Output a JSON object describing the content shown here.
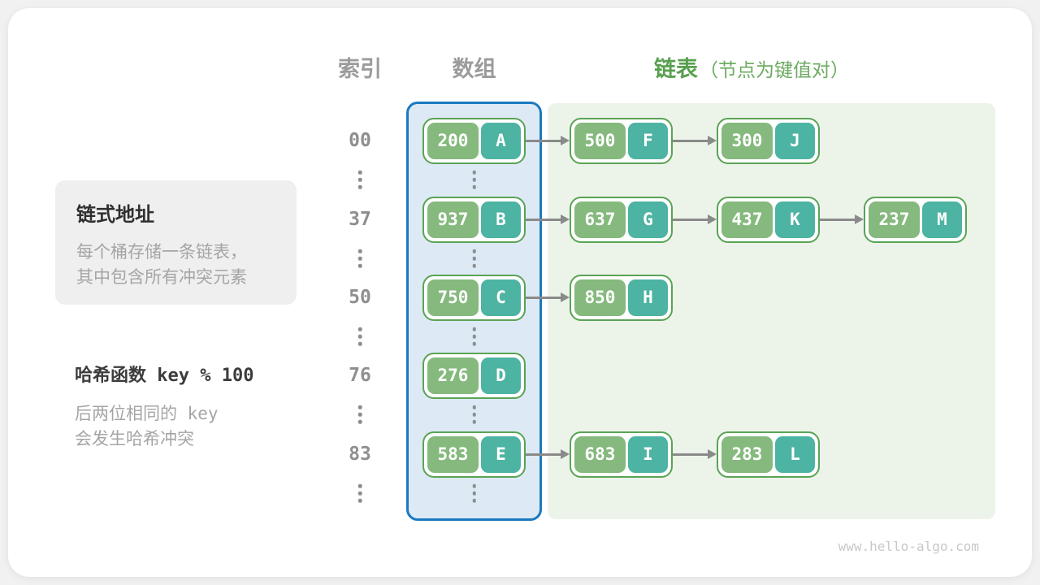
{
  "header": {
    "col_index": "索引",
    "col_array": "数组",
    "col_list": "链表",
    "col_list_note": "（节点为键值对）"
  },
  "info_box": {
    "title": "链式地址",
    "line1": "每个桶存储一条链表，",
    "line2": "其中包含所有冲突元素"
  },
  "hash_note": {
    "title": "哈希函数 key % 100",
    "line1": "后两位相同的 key",
    "line2": "会发生哈希冲突"
  },
  "rows": [
    {
      "index": "00",
      "nodes": [
        {
          "key": "200",
          "value": "A"
        },
        {
          "key": "500",
          "value": "F"
        },
        {
          "key": "300",
          "value": "J"
        }
      ]
    },
    {
      "index": "37",
      "nodes": [
        {
          "key": "937",
          "value": "B"
        },
        {
          "key": "637",
          "value": "G"
        },
        {
          "key": "437",
          "value": "K"
        },
        {
          "key": "237",
          "value": "M"
        }
      ]
    },
    {
      "index": "50",
      "nodes": [
        {
          "key": "750",
          "value": "C"
        },
        {
          "key": "850",
          "value": "H"
        }
      ]
    },
    {
      "index": "76",
      "nodes": [
        {
          "key": "276",
          "value": "D"
        }
      ]
    },
    {
      "index": "83",
      "nodes": [
        {
          "key": "583",
          "value": "E"
        },
        {
          "key": "683",
          "value": "I"
        },
        {
          "key": "283",
          "value": "L"
        }
      ]
    }
  ],
  "watermark": "www.hello-algo.com",
  "colors": {
    "node_border": "#5aa355",
    "key_cell": "#85b97d",
    "value_cell": "#4db3a2",
    "array_panel_fill": "#ddeaf5",
    "array_panel_border": "#1b79c0",
    "list_panel_fill": "#ecf4e9",
    "arrow": "#8a8a8a",
    "header_gray": "#9b9b9b",
    "header_green": "#58a04f"
  }
}
